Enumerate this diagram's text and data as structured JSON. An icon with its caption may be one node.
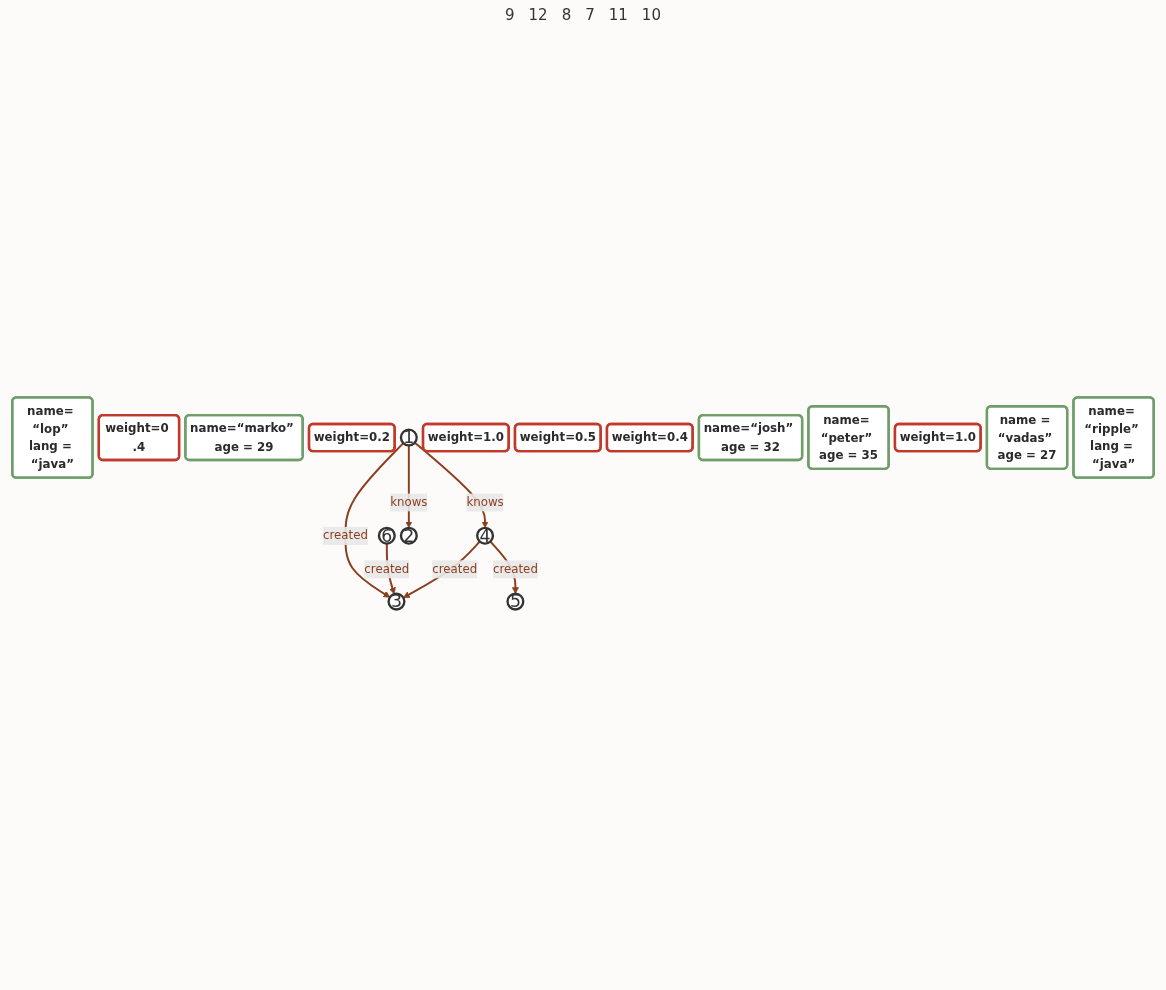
{
  "diagram": {
    "nodes": [
      {
        "text": [
          "name= “lop” lang = “java”"
        ]
      },
      {
        "text": [
          "weight=0 .4"
        ]
      },
      {
        "text": [
          "name=“marko” age = 29"
        ]
      },
      {
        "text": [
          "3"
        ]
      },
      {
        "text": [
          "weight=0.2"
        ]
      },
      {
        "text": [
          "1"
        ]
      },
      {
        "text": [
          "weight=1.0"
        ]
      },
      {
        "text": [
          "6"
        ]
      },
      {
        "text": [
          "weight=0.5"
        ]
      },
      {
        "text": [
          "weight=0.4"
        ]
      },
      {
        "text": [
          "4"
        ]
      },
      {
        "text": [
          "name=“josh” age = 32"
        ]
      },
      {
        "text": [
          "name= “peter” age = 35"
        ]
      },
      {
        "text": [
          "2"
        ]
      },
      {
        "text": [
          "weight=1.0"
        ]
      },
      {
        "text": [
          "name = “vadas” age = 27"
        ]
      },
      {
        "text": [
          "5"
        ]
      },
      {
        "text": [
          "name= “ripple” lang = “java”"
        ]
      }
    ],
    "edges": [
      {
        "from": 5,
        "to": 3,
        "arrow": "to",
        "label": "created"
      },
      {
        "from": 7,
        "to": 3,
        "arrow": "to",
        "label": "created"
      },
      {
        "from": 5,
        "to": 10,
        "arrow": "to",
        "label": "knows"
      },
      {
        "from": 5,
        "to": 13,
        "arrow": "to",
        "label": "knows"
      },
      {
        "from": 10,
        "to": 3,
        "arrow": "to",
        "label": "created"
      },
      {
        "from": 10,
        "to": 16,
        "arrow": "to",
        "label": "created"
      }
    ],
    "labels": [
      "9",
      "12",
      "8",
      "7",
      "11",
      "10"
    ]
  }
}
